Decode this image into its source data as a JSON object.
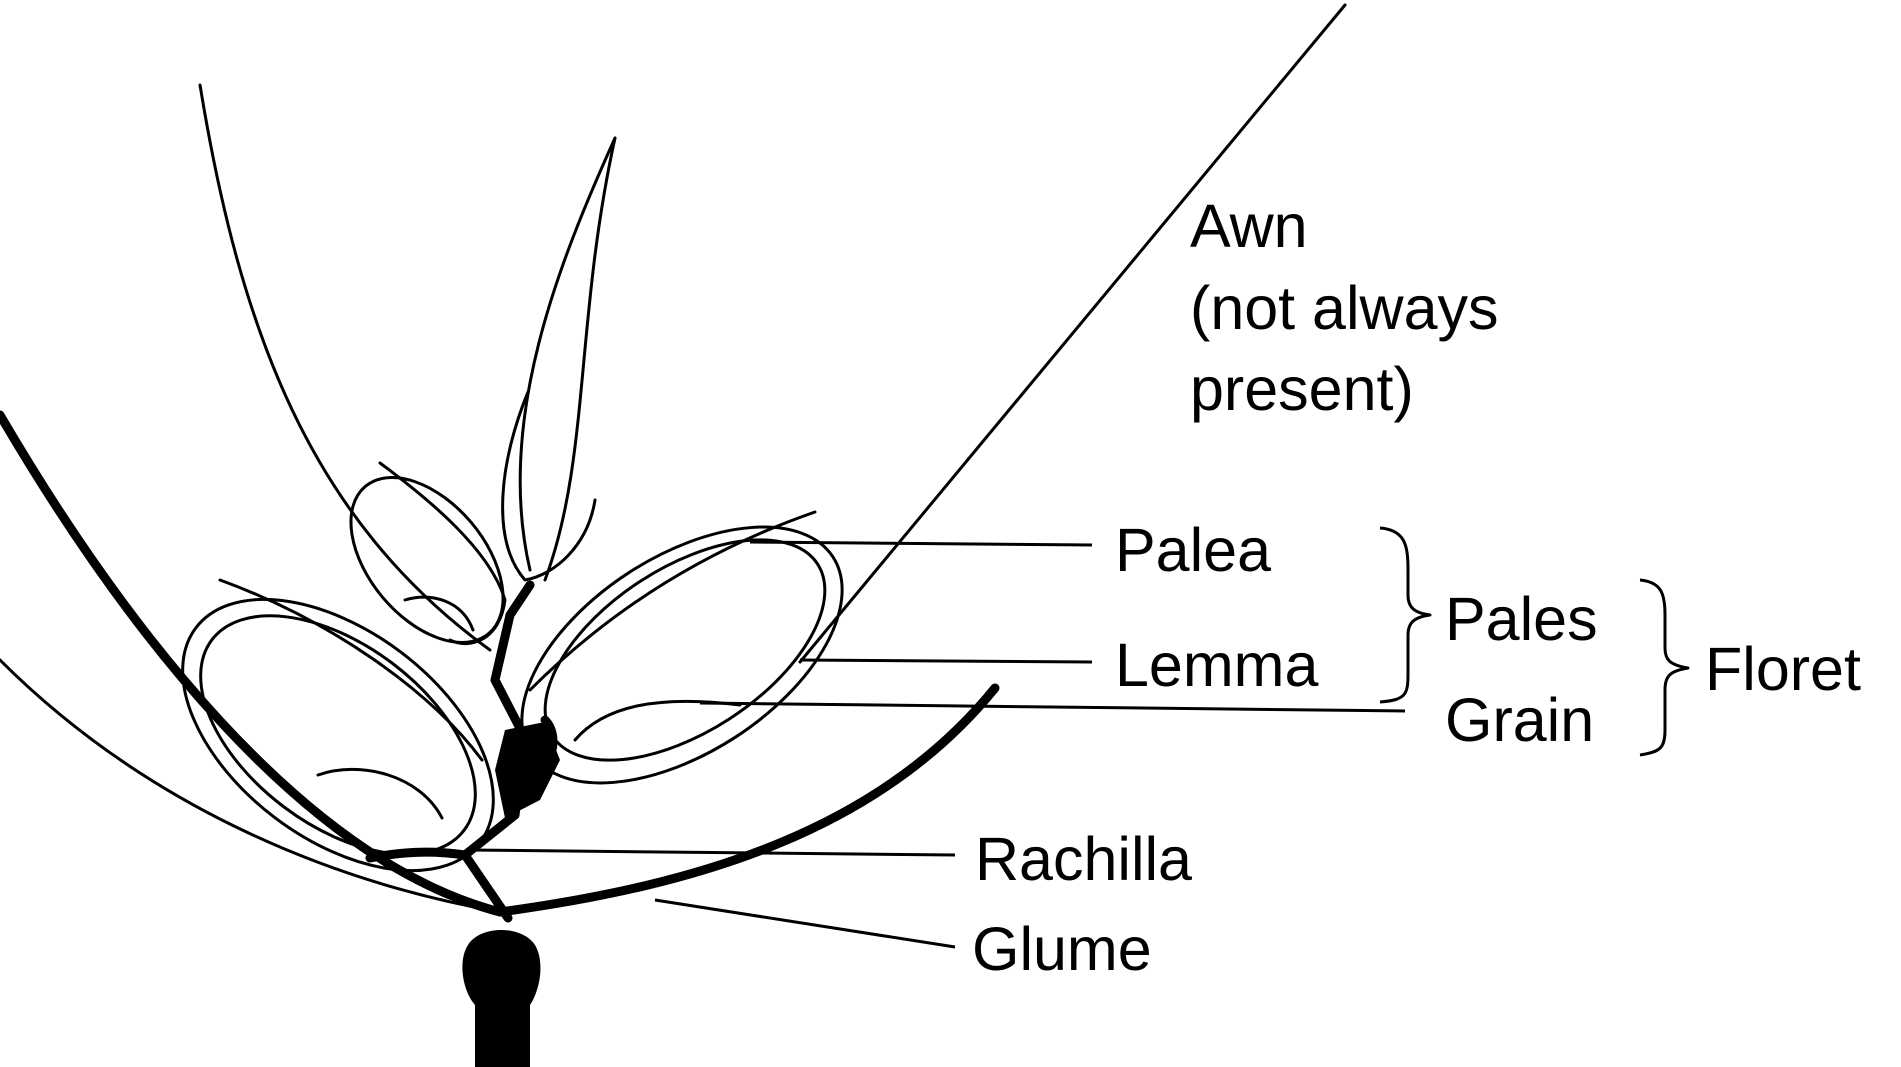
{
  "labels": {
    "awn_line1": "Awn",
    "awn_line2": "(not always",
    "awn_line3": "present)",
    "palea": "Palea",
    "lemma": "Lemma",
    "pales": "Pales",
    "grain": "Grain",
    "floret": "Floret",
    "rachilla": "Rachilla",
    "glume": "Glume"
  }
}
